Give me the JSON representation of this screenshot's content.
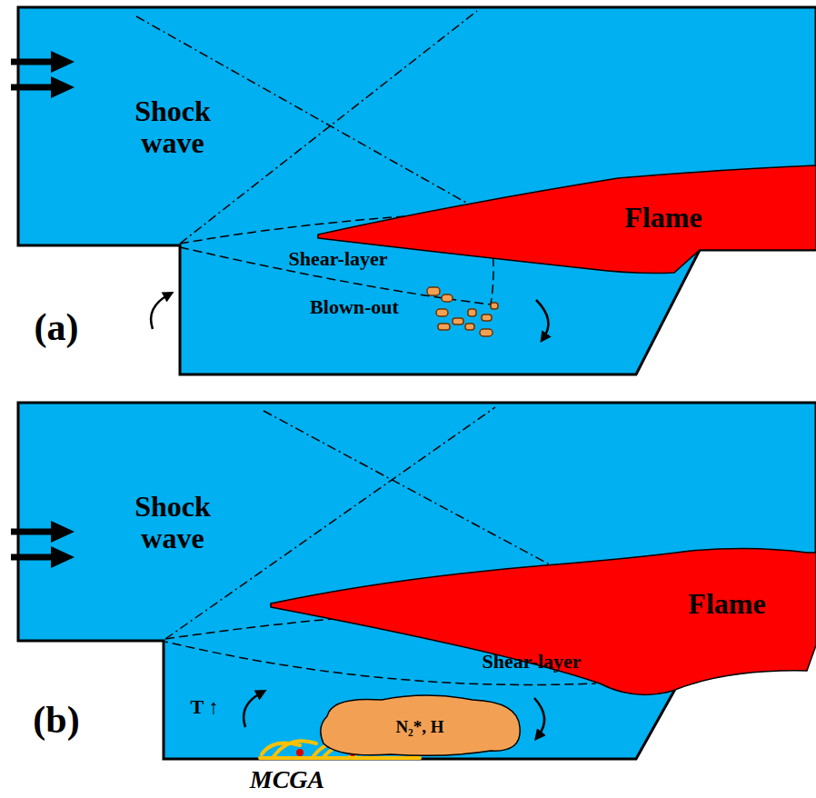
{
  "diagram": {
    "nodes": [
      {
        "text": [
          "Flame"
        ]
      },
      {
        "text": [
          "Flame"
        ]
      },
      {
        "text": [
          "N₂*, H"
        ]
      }
    ],
    "labels": [
      "Shock wave",
      "Shear-layer",
      "Blown-out",
      "(a)",
      "Shock wave",
      "Shear-layer",
      "T ↑",
      "MCGA",
      "(b)"
    ]
  }
}
